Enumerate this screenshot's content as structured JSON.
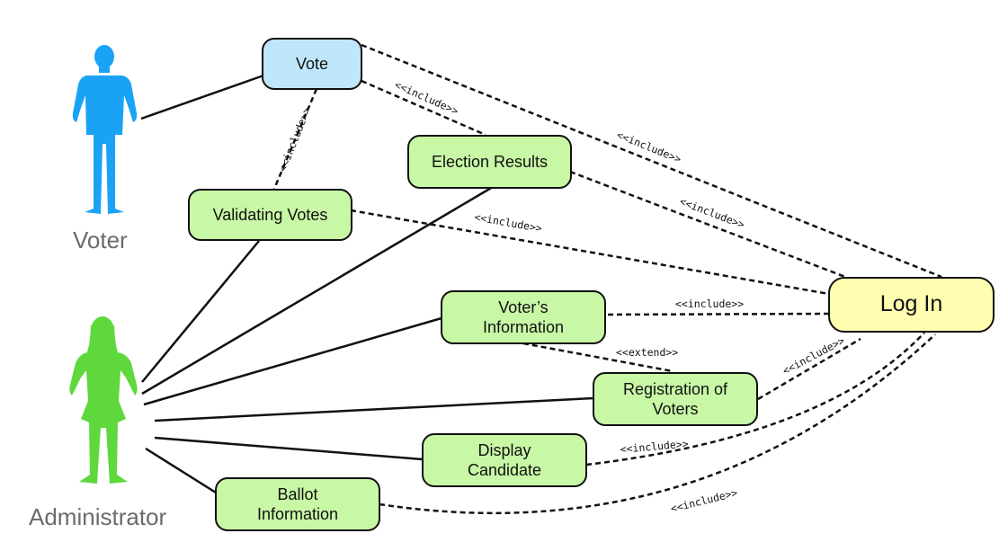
{
  "actors": {
    "voter": {
      "label": "Voter",
      "color": "#1aa3f5"
    },
    "administrator": {
      "label": "Administrator",
      "color": "#5fd83e"
    }
  },
  "use_cases": {
    "vote": "Vote",
    "election_results": "Election Results",
    "validating_votes": "Validating Votes",
    "voters_information": "Voter’s\nInformation",
    "registration_of_voters": "Registration of\nVoters",
    "display_candidate": "Display\nCandidate",
    "ballot_information": "Ballot\nInformation",
    "log_in": "Log In"
  },
  "relationships": {
    "include": "<<include>>",
    "extend": "<<extend>>"
  },
  "colors": {
    "use_case_fill": "#c8f7a6",
    "vote_fill": "#bfe6fb",
    "login_fill": "#fefdb0"
  }
}
